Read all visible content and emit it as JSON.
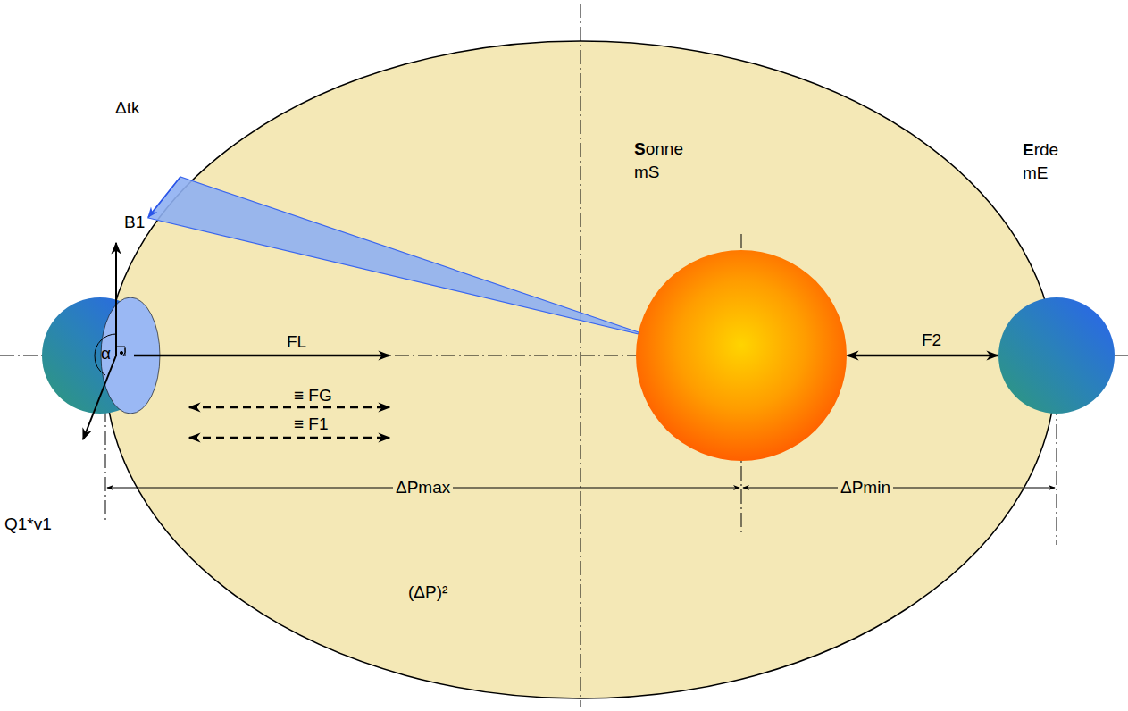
{
  "diagram": {
    "nodes": [
      {
        "text": [
          "α"
        ]
      },
      {
        "text": [
          "Sonne",
          "mS"
        ]
      },
      {
        "text": [
          "Erde",
          "mE"
        ]
      }
    ],
    "edges": [
      {
        "from": 1,
        "to": 2,
        "arrow": "both",
        "label": "F2"
      }
    ],
    "labels": [
      "Δtk",
      "B1",
      "Q1*v1",
      "FL",
      "≡ FG",
      "≡ F1",
      "ΔPmax",
      "ΔPmin",
      "(ΔP)²"
    ]
  }
}
